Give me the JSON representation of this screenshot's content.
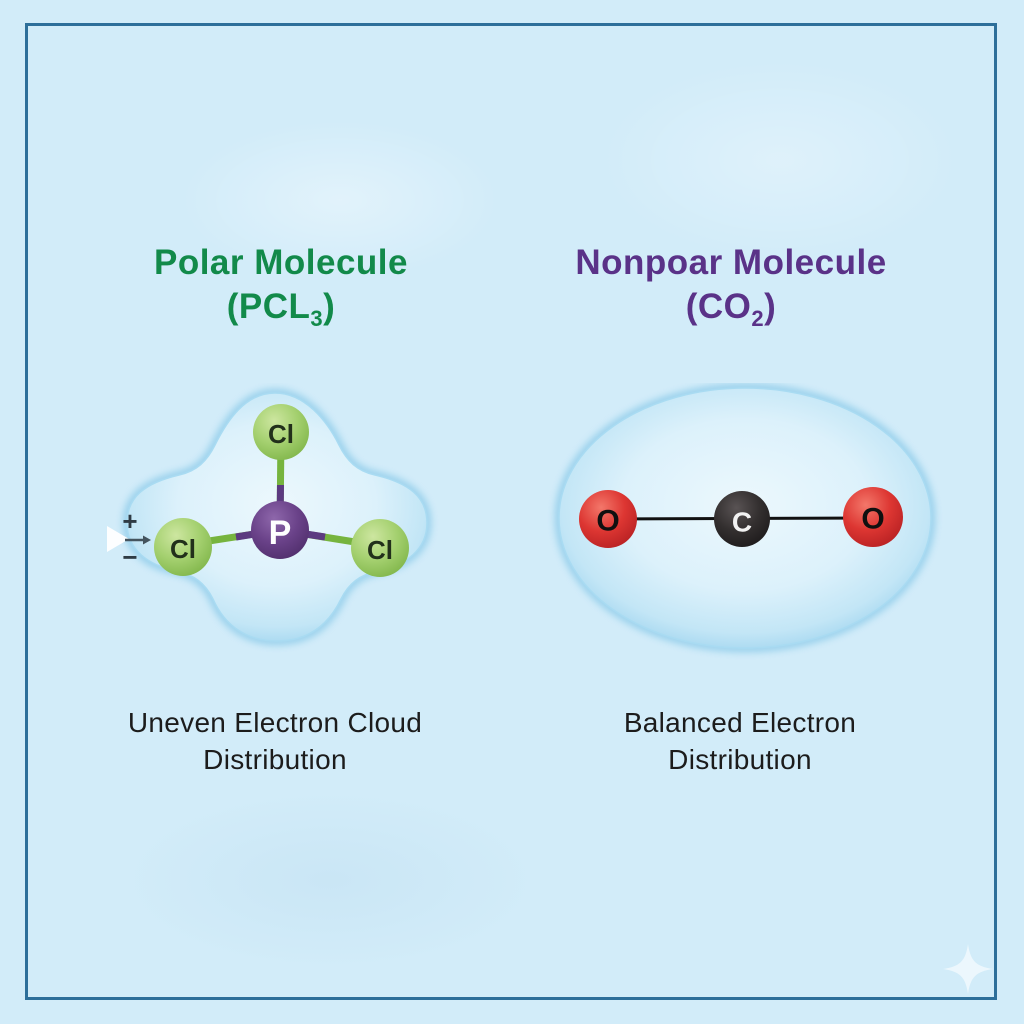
{
  "page": {
    "background_color": "#d2ecf9",
    "border_color": "#2d6f9a"
  },
  "left_panel": {
    "title": "Polar Molecule",
    "formula_open": "(PCL",
    "formula_sub": "3",
    "formula_close": ")",
    "title_color": "#128a4a",
    "caption_line1": "Uneven Electron Cloud",
    "caption_line2": "Distribution",
    "molecule": {
      "name": "PCl3",
      "center_atom": "P",
      "outer_atom_top": "Cl",
      "outer_atom_left": "Cl",
      "outer_atom_right": "Cl",
      "plus_sign": "+",
      "minus_sign": "−",
      "center_atom_color": "#6a4289",
      "outer_atom_color": "#9ece69",
      "bond_color_outer": "#76b43e",
      "bond_color_center": "#5c3a80",
      "cloud_shape": "four-lobed uneven blob"
    }
  },
  "right_panel": {
    "title": "Nonpoar Molecule",
    "formula_open": "(CO",
    "formula_sub": "2",
    "formula_close": ")",
    "title_color": "#5a3288",
    "caption_line1": "Balanced Electron",
    "caption_line2": "Distribution",
    "molecule": {
      "name": "CO2",
      "center_atom": "C",
      "outer_atom_left": "O",
      "outer_atom_right": "O",
      "center_atom_color": "#332f2f",
      "outer_atom_color": "#d92b2e",
      "bond_color": "#111111",
      "cloud_shape": "balanced ellipse"
    }
  }
}
